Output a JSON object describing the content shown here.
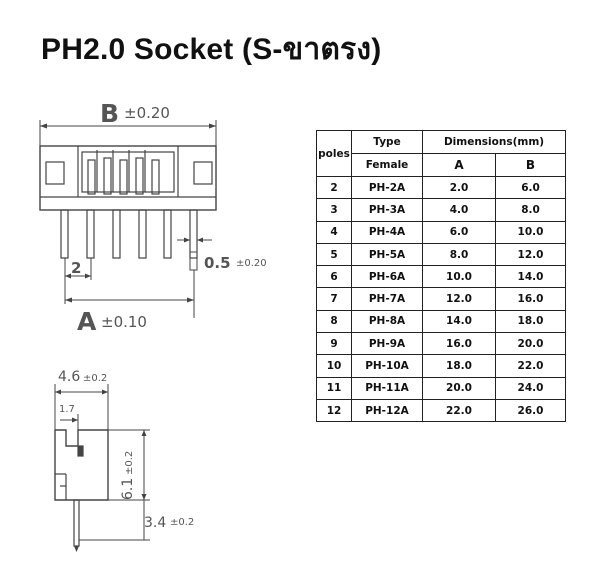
{
  "title": "PH2.0 Socket (S-ขาตรง)",
  "front_view": {
    "b_letter": "B",
    "b_tol": "±0.20",
    "a_letter": "A",
    "a_tol": "±0.10",
    "pitch": "2",
    "pin_width": "0.5",
    "pin_width_tol": "±0.20"
  },
  "side_view": {
    "depth": "4.6",
    "depth_tol": "±0.2",
    "inner": "1.7",
    "height": "6.1",
    "height_tol": "±0.2",
    "pin_len": "3.4",
    "pin_len_tol": "±0.2"
  },
  "table": {
    "poles_header": "poles",
    "type_header": "Type",
    "dims_header": "Dimensions(mm)",
    "female_header": "Female",
    "a_header": "A",
    "b_header": "B",
    "rows": [
      {
        "poles": "2",
        "type": "PH-2A",
        "a": "2.0",
        "b": "6.0"
      },
      {
        "poles": "3",
        "type": "PH-3A",
        "a": "4.0",
        "b": "8.0"
      },
      {
        "poles": "4",
        "type": "PH-4A",
        "a": "6.0",
        "b": "10.0"
      },
      {
        "poles": "5",
        "type": "PH-5A",
        "a": "8.0",
        "b": "12.0"
      },
      {
        "poles": "6",
        "type": "PH-6A",
        "a": "10.0",
        "b": "14.0"
      },
      {
        "poles": "7",
        "type": "PH-7A",
        "a": "12.0",
        "b": "16.0"
      },
      {
        "poles": "8",
        "type": "PH-8A",
        "a": "14.0",
        "b": "18.0"
      },
      {
        "poles": "9",
        "type": "PH-9A",
        "a": "16.0",
        "b": "20.0"
      },
      {
        "poles": "10",
        "type": "PH-10A",
        "a": "18.0",
        "b": "22.0"
      },
      {
        "poles": "11",
        "type": "PH-11A",
        "a": "20.0",
        "b": "24.0"
      },
      {
        "poles": "12",
        "type": "PH-12A",
        "a": "22.0",
        "b": "26.0"
      }
    ]
  }
}
